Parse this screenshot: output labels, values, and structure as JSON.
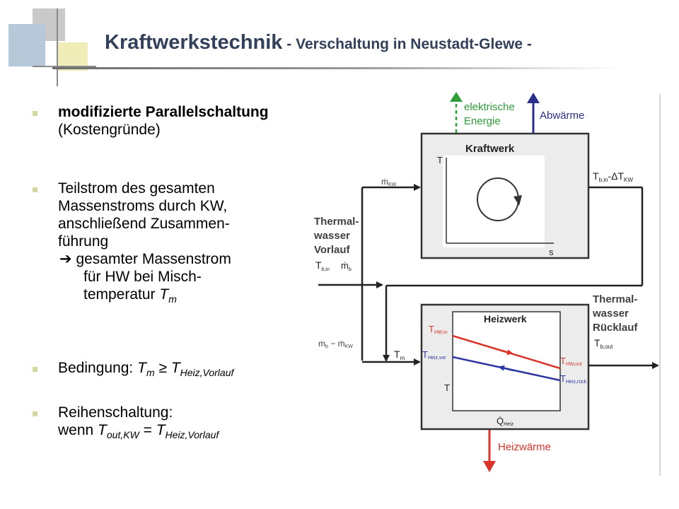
{
  "title": {
    "main": "Kraftwerkstechnik",
    "sub": " - Verschaltung in Neustadt-Glewe -"
  },
  "bullets": {
    "b1": {
      "bold": "modifizierte Parallelschaltung",
      "line2": "(Kostengründe)"
    },
    "b2": {
      "lines": [
        "Teilstrom des gesamten",
        "Massenstroms durch KW,",
        "anschließend Zusammen-",
        "führung"
      ],
      "arrow_line": "gesamter Massenstrom",
      "indent_lines": [
        "für HW bei Misch-"
      ],
      "temp_prefix": "temperatur ",
      "temp_sym": "T",
      "temp_sub": "m"
    },
    "b3": {
      "prefix": "Bedingung: ",
      "t1": "T",
      "s1": "m",
      "op": " ≥ ",
      "t2": "T",
      "s2": "Heiz,Vorlauf"
    },
    "b4": {
      "line1": "Reihenschaltung:",
      "prefix": "wenn ",
      "t1": "T",
      "s1": "out,KW",
      "op": " = ",
      "t2": "T",
      "s2": "Heiz,Vorlauf"
    }
  },
  "diagram": {
    "elec_line1": "elektrische",
    "elec_line2": "Energie",
    "abwaerme": "Abwärme",
    "kraftwerk": "Kraftwerk",
    "kw_axis_t": "T",
    "kw_axis_s": "s",
    "mdot_kw": "ṁ",
    "mdot_kw_sub": "KW",
    "tout_main": "T",
    "tout_sub1": "b,in",
    "tout_mid": "-ΔT",
    "tout_sub2": "KW",
    "tw_vor": [
      "Thermal-",
      "wasser",
      "Vorlauf"
    ],
    "tbin_main": "T",
    "tbin_sub": "b,in",
    "mb": "ṁ",
    "mb_sub": "b",
    "mdiff_a": "ṁ",
    "mdiff_a_sub": "b",
    "mdiff_mid": " − ṁ",
    "mdiff_b_sub": "KW",
    "tm_main": "T",
    "tm_sub": "m",
    "heizwerk": "Heizwerk",
    "thw_in_main": "T",
    "thw_in_sub": "HW,in",
    "theiz_vor_main": "T",
    "theiz_vor_sub": "Heiz,vor",
    "thw_out_main": "T",
    "thw_out_sub": "HW,out",
    "theiz_rueck_main": "T",
    "theiz_rueck_sub": "Heiz,rück",
    "hw_axis_t": "T",
    "qheiz": "Q̇",
    "qheiz_sub": "Heiz",
    "tw_rueck": [
      "Thermal-",
      "wasser",
      "Rücklauf"
    ],
    "tbout_main": "T",
    "tbout_sub": "b,out",
    "heizwaerme": "Heizwärme",
    "colors": {
      "green": "#2e9d3a",
      "blue_arrow": "#2b2f8c",
      "red": "#d9342b",
      "blue_line": "#2d35a0",
      "box_fill": "#ececec",
      "text_dark": "#404040"
    }
  }
}
